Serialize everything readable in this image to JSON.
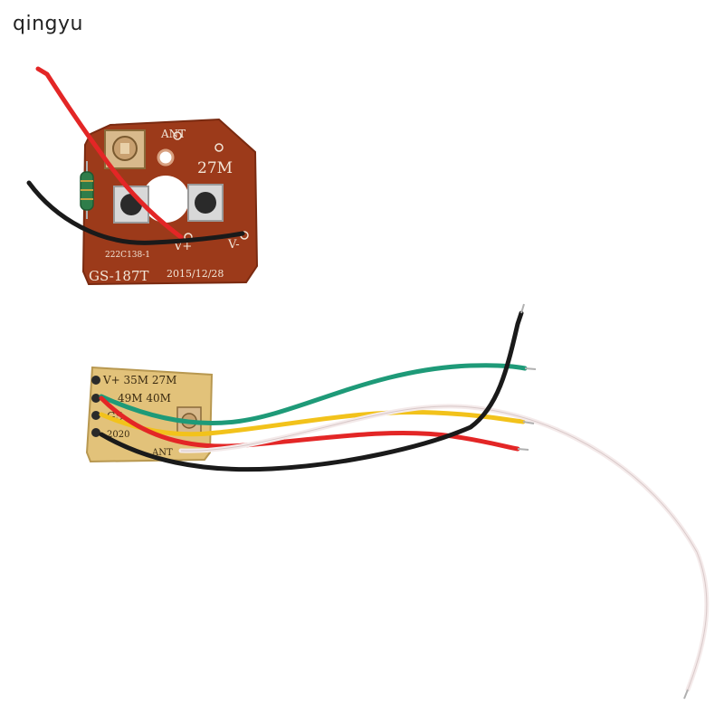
{
  "watermark": "qingyu",
  "transmitter_board": {
    "label_ant": "ANT",
    "label_freq": "27M",
    "label_part": "222C138-1",
    "label_vplus": "V+",
    "label_vminus": "V-",
    "label_model": "GS-187T",
    "label_date": "2015/12/28"
  },
  "receiver_board": {
    "label_row1": "V+ 35M 27M",
    "label_row2": "49M 40M",
    "label_row3": "GS-",
    "label_row4": "2020",
    "label_ant": "ANT"
  },
  "colors": {
    "pcb_brown": "#9c3a1a",
    "pcb_yellow": "#e2c27a",
    "wire_red": "#e32626",
    "wire_black": "#1a1a1a",
    "wire_green": "#1e9a78",
    "wire_yellow": "#f2c21b",
    "wire_white": "#f4eaea"
  }
}
